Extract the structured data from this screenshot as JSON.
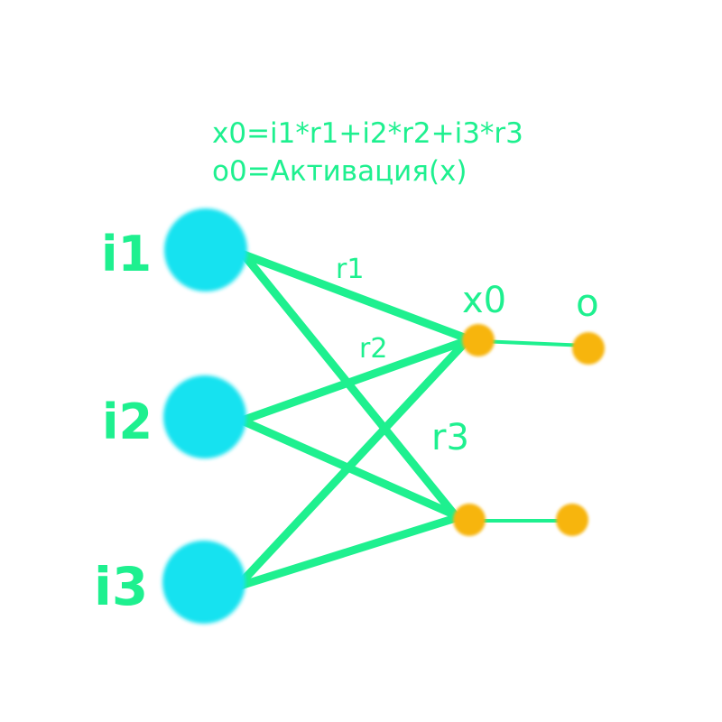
{
  "formula": {
    "line1": "x0=i1*r1+i2*r2+i3*r3",
    "line2": "o0=Активация(x)"
  },
  "inputs": [
    {
      "label": "i1"
    },
    {
      "label": "i2"
    },
    {
      "label": "i3"
    }
  ],
  "weights": [
    {
      "label": "r1"
    },
    {
      "label": "r2"
    },
    {
      "label": "r3"
    }
  ],
  "hidden_label": "x0",
  "output_label": "o",
  "colors": {
    "edge": "#1ef08f",
    "input_node": "#18e2f0",
    "small_node": "#f7b50c",
    "text": "#1ef08f"
  }
}
